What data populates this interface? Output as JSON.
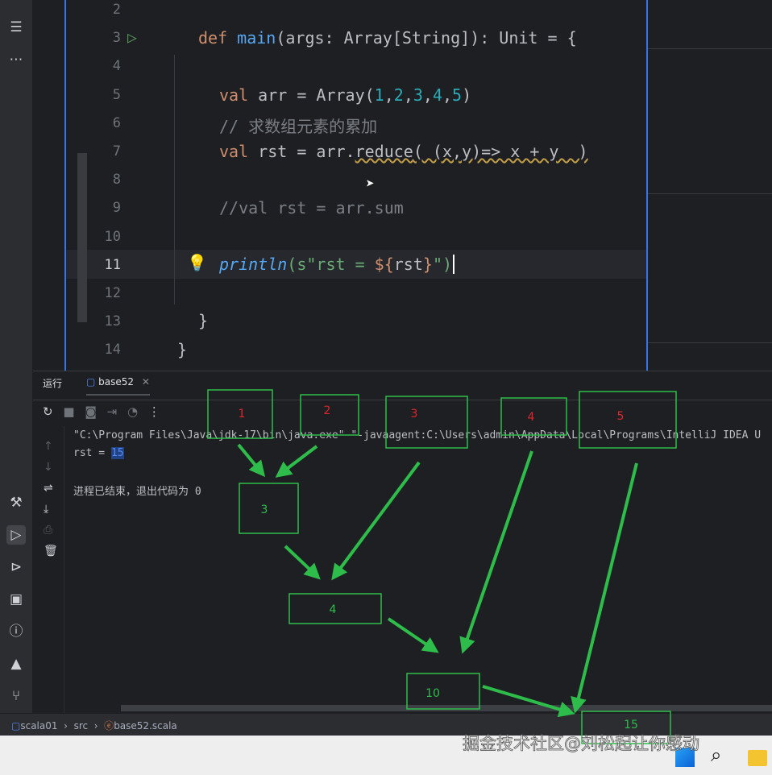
{
  "editor": {
    "lines": [
      {
        "n": "2"
      },
      {
        "n": "3"
      },
      {
        "n": "4"
      },
      {
        "n": "5"
      },
      {
        "n": "6"
      },
      {
        "n": "7"
      },
      {
        "n": "8"
      },
      {
        "n": "9"
      },
      {
        "n": "10"
      },
      {
        "n": "11"
      },
      {
        "n": "12"
      },
      {
        "n": "13"
      },
      {
        "n": "14"
      }
    ],
    "code": {
      "l3": {
        "def": "def ",
        "main": "main",
        "rest": "(args: Array[String]): Unit = {"
      },
      "l5": {
        "val": "val ",
        "a": "arr = Array(",
        "n1": "1",
        ",1": ",",
        "n2": "2",
        ",2": ",",
        "n3": "3",
        ",3": ",",
        "n4": "4",
        ",4": ",",
        "n5": "5",
        "end": ")"
      },
      "l6": "// 求数组元素的累加",
      "l7": {
        "val": "val ",
        "a": "rst = arr.",
        "reduce": "reduce",
        "rest": "( (x,y)=> x + y  )"
      },
      "l9": "//val rst = arr.sum",
      "l11": {
        "println": "println",
        "a": "(s\"",
        "b": "rst = ",
        "c": "${",
        "d": "rst",
        "e": "}",
        "f": "\")"
      },
      "l13": "}",
      "l14": "}"
    }
  },
  "run_panel": {
    "tab_title": "运行",
    "config_tab": "base52",
    "output": [
      "\"C:\\Program Files\\Java\\jdk-17\\bin\\java.exe\" \"-javaagent:C:\\Users\\admin\\AppData\\Local\\Programs\\IntelliJ IDEA U",
      "rst = ",
      "进程已结束，退出代码为 0"
    ],
    "result_value": "15"
  },
  "status_bar": {
    "project": "scala01",
    "folder": "src",
    "file": "base52.scala"
  },
  "annotations": {
    "inputs": [
      "1",
      "2",
      "3",
      "4",
      "5"
    ],
    "results": [
      "3",
      "4",
      "10",
      "15"
    ],
    "input_color": "#e0262c",
    "box_color": "#2ebd4a"
  },
  "watermark": "掘金技术社区@刘松起让你感动"
}
